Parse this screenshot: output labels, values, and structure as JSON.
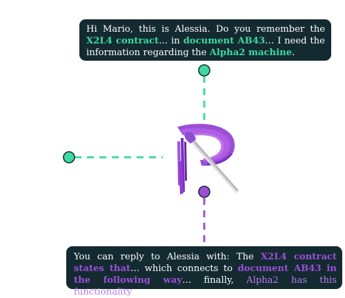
{
  "top_message": {
    "p1": "Hi Mario, this is Alessia. Do you remember the ",
    "h1": "X2L4 contract",
    "p2": "… in ",
    "h2": "document AB43",
    "p3": "… I need the information regarding the ",
    "h3": "Alpha2 machine",
    "p4": "."
  },
  "bottom_message": {
    "p1": "You can reply to Alessia with: The ",
    "h1": "X2L4 contract states that",
    "p2": "… which connects to ",
    "h2": "document AB43 in the following way",
    "p3": "… finally, ",
    "h3": "Alpha2 has this functionality",
    "p4": "…"
  },
  "colors": {
    "bubble_bg": "#132a31",
    "green_accent": "#3ed9a1",
    "purple_accent": "#9b4fd6",
    "text": "#ffffff"
  },
  "icons": {
    "logo": "brush-stroke-r-logo",
    "nodes": [
      "green-node-top",
      "green-node-left",
      "purple-node-bottom"
    ]
  }
}
